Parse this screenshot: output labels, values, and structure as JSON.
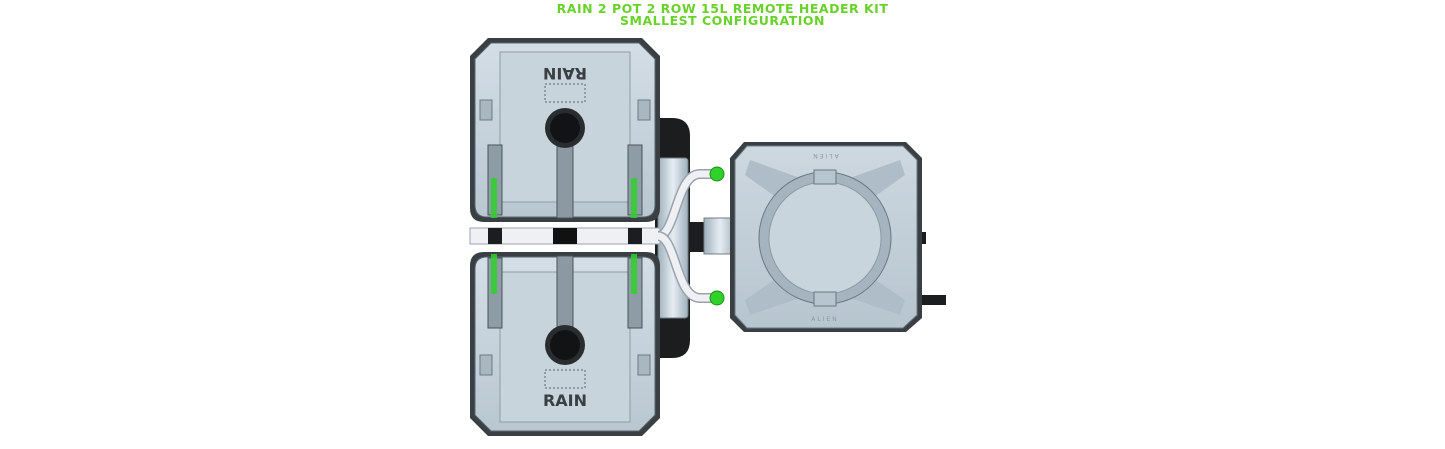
{
  "header": {
    "title_line1": "RAIN 2 POT 2 ROW 15L REMOTE HEADER KIT",
    "title_line2": "SMALLEST CONFIGURATION"
  },
  "pots": {
    "top_label": "RAIN",
    "bottom_label": "RAIN"
  },
  "reservoir": {
    "top_label": "ALIEN",
    "bottom_label": "ALIEN"
  },
  "colors": {
    "title_green": "#6ad12c",
    "pot_body": "#c6d3dc",
    "pot_outline": "#2b2f33",
    "connector_green": "#2fd12a",
    "tube": "#eef0f4",
    "pipe": "#1a1c1e"
  }
}
